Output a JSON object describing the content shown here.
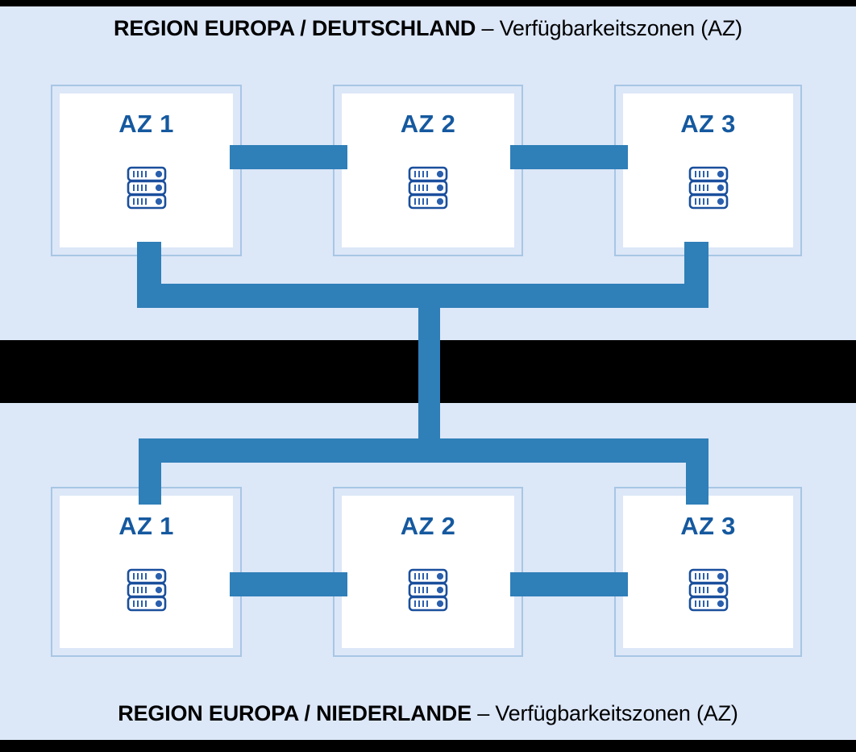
{
  "diagram": {
    "type": "network-topology",
    "title_top": {
      "strong": "REGION EUROPA / DEUTSCHLAND",
      "light": " – Verfügbarkeitszonen (AZ)"
    },
    "title_bottom": {
      "strong": "REGION EUROPA / NIEDERLANDE",
      "light": " – Verfügbarkeitszonen (AZ)"
    },
    "colors": {
      "background": "#000000",
      "panel": "#dce7f8",
      "card_border": "#a8c6e4",
      "card_fill": "#ffffff",
      "connector": "#2f7fb8",
      "label": "#15599f",
      "title": "#000000"
    },
    "regions": [
      {
        "name": "REGION EUROPA / DEUTSCHLAND",
        "zones": [
          {
            "label": "AZ 1",
            "icon": "server-rack-icon",
            "rack_units": 3
          },
          {
            "label": "AZ 2",
            "icon": "server-rack-icon",
            "rack_units": 3
          },
          {
            "label": "AZ 3",
            "icon": "server-rack-icon",
            "rack_units": 3
          }
        ]
      },
      {
        "name": "REGION EUROPA / NIEDERLANDE",
        "zones": [
          {
            "label": "AZ 1",
            "icon": "server-rack-icon",
            "rack_units": 3
          },
          {
            "label": "AZ 2",
            "icon": "server-rack-icon",
            "rack_units": 3
          },
          {
            "label": "AZ 3",
            "icon": "server-rack-icon",
            "rack_units": 3
          }
        ]
      }
    ]
  }
}
